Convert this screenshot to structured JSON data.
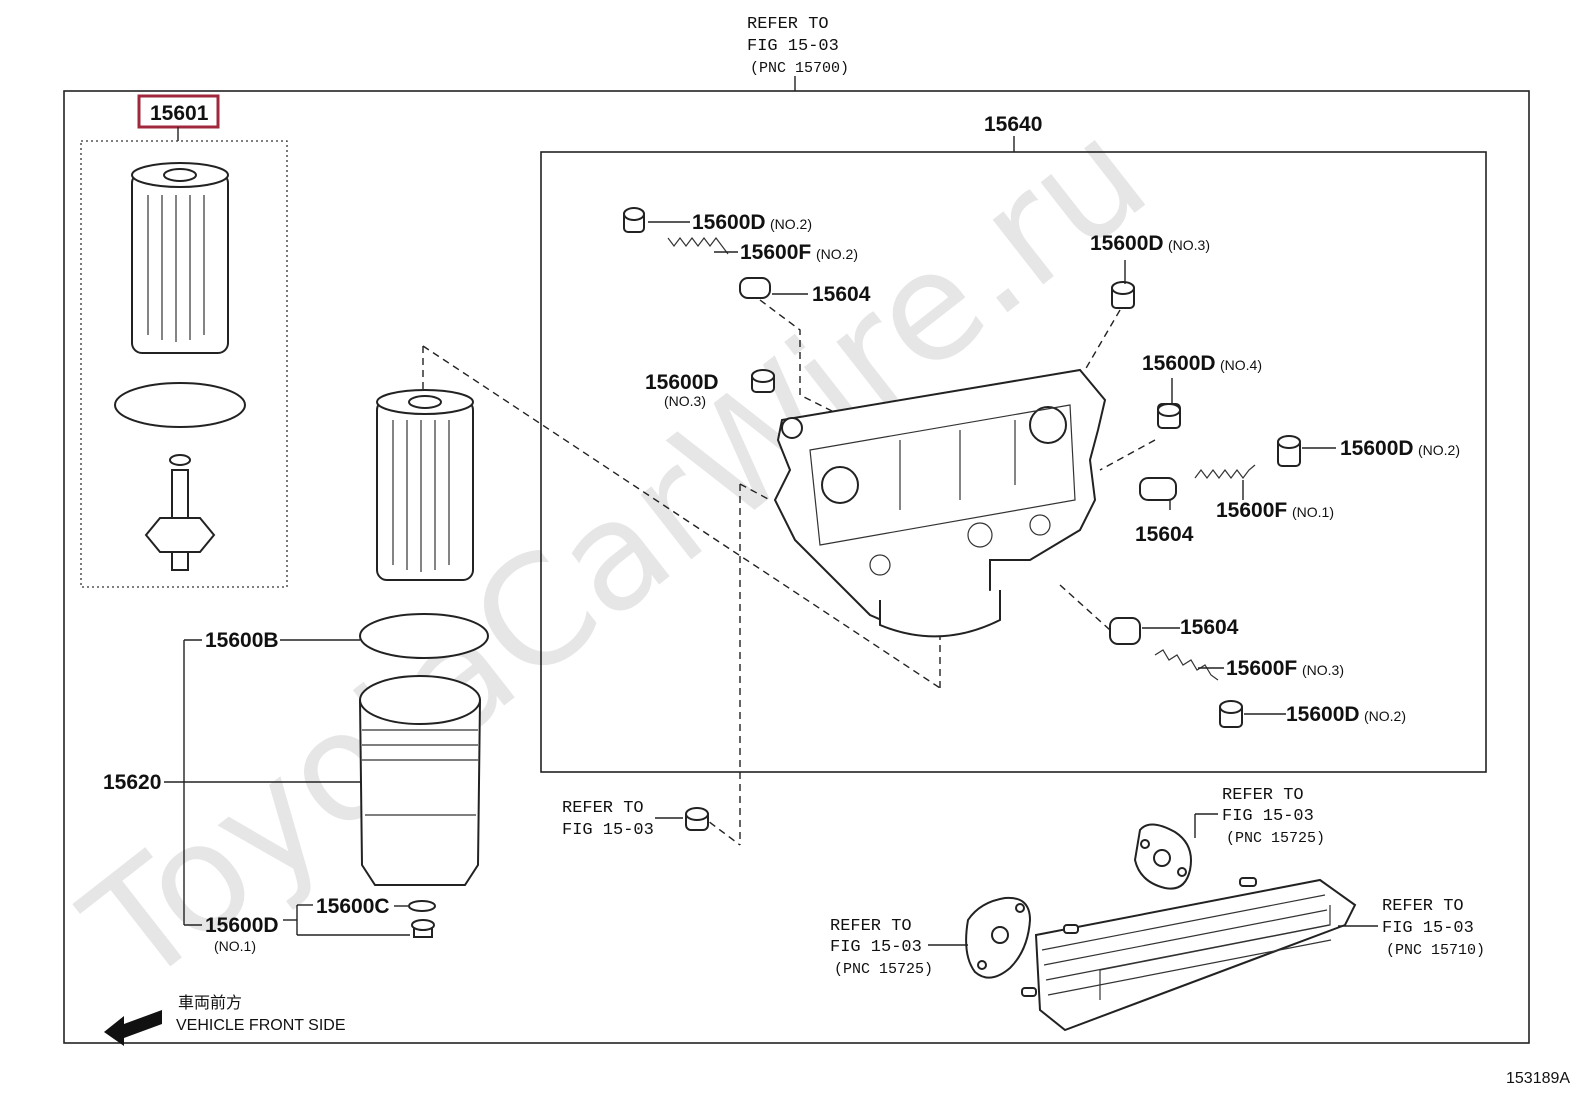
{
  "diagram_code": "153189A",
  "watermark": "ToyotaCarWire.ru",
  "highlight_color": "#a0283c",
  "top_reference": {
    "line1": "REFER TO",
    "line2": "FIG 15-03",
    "line3": "(PNC 15700)"
  },
  "highlighted_part": "15601",
  "housing_assembly": "15640",
  "labels": {
    "d_no2_top": {
      "num": "15600D",
      "sub": "(NO.2)"
    },
    "f_no2": {
      "num": "15600F",
      "sub": "(NO.2)"
    },
    "p15604_top": {
      "num": "15604"
    },
    "d_no3_right": {
      "num": "15600D",
      "sub": "(NO.3)"
    },
    "d_no3_left": {
      "num": "15600D",
      "sub": "(NO.3)"
    },
    "d_no4": {
      "num": "15600D",
      "sub": "(NO.4)"
    },
    "d_no2_right": {
      "num": "15600D",
      "sub": "(NO.2)"
    },
    "f_no1": {
      "num": "15600F",
      "sub": "(NO.1)"
    },
    "p15604_mid": {
      "num": "15604"
    },
    "p15604_low": {
      "num": "15604"
    },
    "f_no3": {
      "num": "15600F",
      "sub": "(NO.3)"
    },
    "d_no2_bottom": {
      "num": "15600D",
      "sub": "(NO.2)"
    },
    "p15600b": {
      "num": "15600B"
    },
    "p15620": {
      "num": "15620"
    },
    "p15600c": {
      "num": "15600C"
    },
    "d_no1": {
      "num": "15600D",
      "sub": "(NO.1)"
    }
  },
  "references": {
    "ref_plug": {
      "line1": "REFER TO",
      "line2": "FIG 15-03"
    },
    "ref_gasket_top": {
      "line1": "REFER TO",
      "line2": "FIG 15-03",
      "line3": "(PNC 15725)"
    },
    "ref_gasket_left": {
      "line1": "REFER TO",
      "line2": "FIG 15-03",
      "line3": "(PNC 15725)"
    },
    "ref_cooler": {
      "line1": "REFER TO",
      "line2": "FIG 15-03",
      "line3": "(PNC 15710)"
    }
  },
  "front_note": {
    "jp": "車両前方",
    "en": "VEHICLE FRONT SIDE"
  }
}
